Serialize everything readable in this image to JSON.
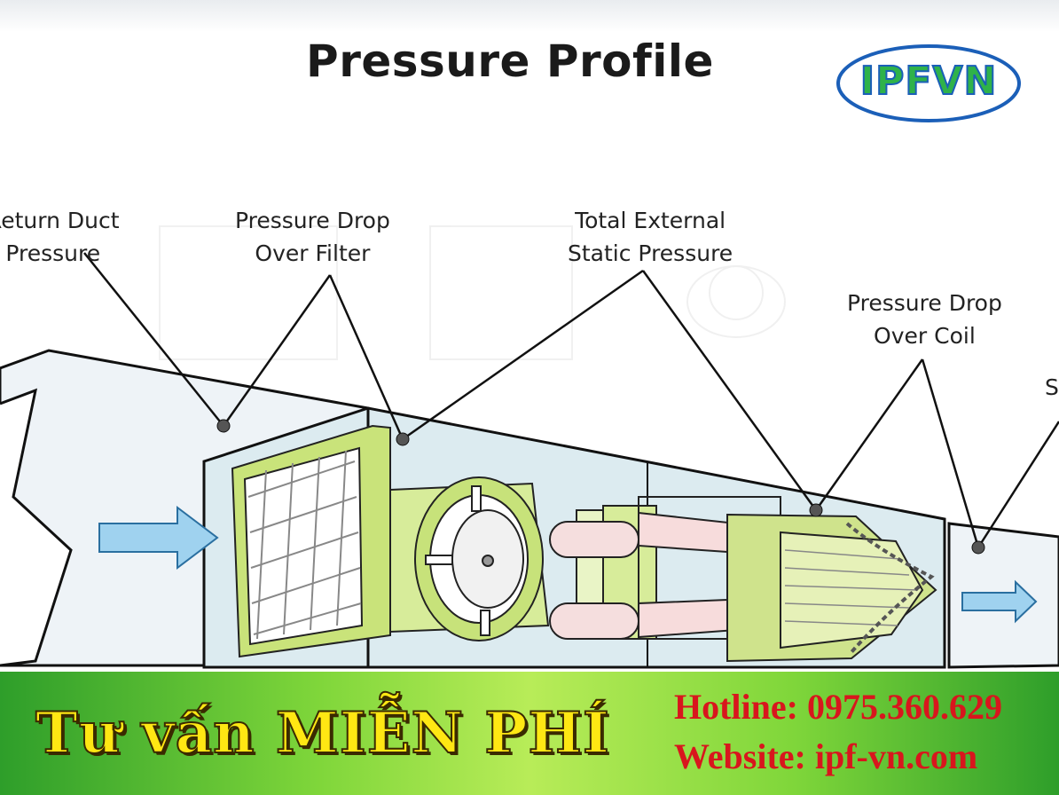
{
  "title": "Pressure Profile",
  "logo": {
    "text": "IPFVN"
  },
  "labels": {
    "return_duct": "Return Duct\nPressure",
    "filter": "Pressure Drop\nOver Filter",
    "static": "Total External\nStatic Pressure",
    "coil": "Pressure Drop\nOver Coil",
    "supply": "S"
  },
  "banner": {
    "slogan": "Tư vấn MIỄN PHÍ",
    "hotline": "Hotline: 0975.360.629",
    "website": "Website: ipf-vn.com"
  }
}
